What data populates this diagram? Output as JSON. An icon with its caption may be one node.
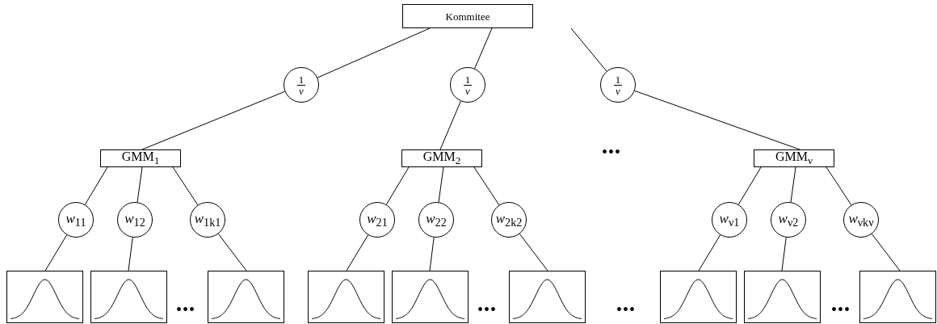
{
  "diagram": {
    "nodes": [
      {
        "text": [
          "Kommitee"
        ]
      },
      {
        "text": [
          "1",
          "ν"
        ]
      },
      {
        "text": [
          "1",
          "ν"
        ]
      },
      {
        "text": [
          "1",
          "ν"
        ]
      },
      {
        "text": [
          "GMM$_{1}$"
        ]
      },
      {
        "text": [
          "GMM$_{2}$"
        ]
      },
      {
        "text": [
          "GMM$_{ν}$"
        ]
      },
      {
        "text": [
          "*w*$_{11}$"
        ]
      },
      {
        "text": [
          "*w*$_{12}$"
        ]
      },
      {
        "text": [
          "*w*$_{1k1}$"
        ]
      },
      {
        "text": [
          "*w*$_{21}$"
        ]
      },
      {
        "text": [
          "*w*$_{22}$"
        ]
      },
      {
        "text": [
          "*w*$_{2k2}$"
        ]
      },
      {
        "text": [
          "*w*$_{ν1}$"
        ]
      },
      {
        "text": [
          "*w*$_{ν2}$"
        ]
      },
      {
        "text": [
          "*w*$_{νkν}$"
        ]
      },
      {
        "text": [],
        "shape": "picture"
      },
      {
        "text": [],
        "shape": "picture"
      },
      {
        "text": [],
        "shape": "picture"
      },
      {
        "text": [],
        "shape": "picture"
      },
      {
        "text": [],
        "shape": "picture"
      },
      {
        "text": [],
        "shape": "picture"
      },
      {
        "text": [],
        "shape": "picture"
      },
      {
        "text": [],
        "shape": "picture"
      },
      {
        "text": [],
        "shape": "picture"
      }
    ],
    "edges": [
      {
        "from": 0,
        "to": 1,
        "arrow": "none"
      },
      {
        "from": 0,
        "to": 2,
        "arrow": "none"
      },
      {
        "from": 0,
        "to": 3,
        "arrow": "none"
      },
      {
        "from": 1,
        "to": 4,
        "arrow": "none"
      },
      {
        "from": 2,
        "to": 5,
        "arrow": "none"
      },
      {
        "from": 3,
        "to": 6,
        "arrow": "none"
      },
      {
        "from": 4,
        "to": 7,
        "arrow": "none"
      },
      {
        "from": 4,
        "to": 8,
        "arrow": "none"
      },
      {
        "from": 4,
        "to": 9,
        "arrow": "none"
      },
      {
        "from": 5,
        "to": 10,
        "arrow": "none"
      },
      {
        "from": 5,
        "to": 11,
        "arrow": "none"
      },
      {
        "from": 5,
        "to": 12,
        "arrow": "none"
      },
      {
        "from": 6,
        "to": 13,
        "arrow": "none"
      },
      {
        "from": 6,
        "to": 14,
        "arrow": "none"
      },
      {
        "from": 6,
        "to": 15,
        "arrow": "none"
      },
      {
        "from": 7,
        "to": 16,
        "arrow": "none"
      },
      {
        "from": 8,
        "to": 17,
        "arrow": "none"
      },
      {
        "from": 9,
        "to": 18,
        "arrow": "none"
      },
      {
        "from": 10,
        "to": 19,
        "arrow": "none"
      },
      {
        "from": 11,
        "to": 20,
        "arrow": "none"
      },
      {
        "from": 12,
        "to": 21,
        "arrow": "none"
      },
      {
        "from": 13,
        "to": 22,
        "arrow": "none"
      },
      {
        "from": 14,
        "to": 23,
        "arrow": "none"
      },
      {
        "from": 15,
        "to": 24,
        "arrow": "none"
      }
    ],
    "labels": [
      "•••",
      "•••",
      "•••",
      "•••",
      "•••"
    ]
  }
}
